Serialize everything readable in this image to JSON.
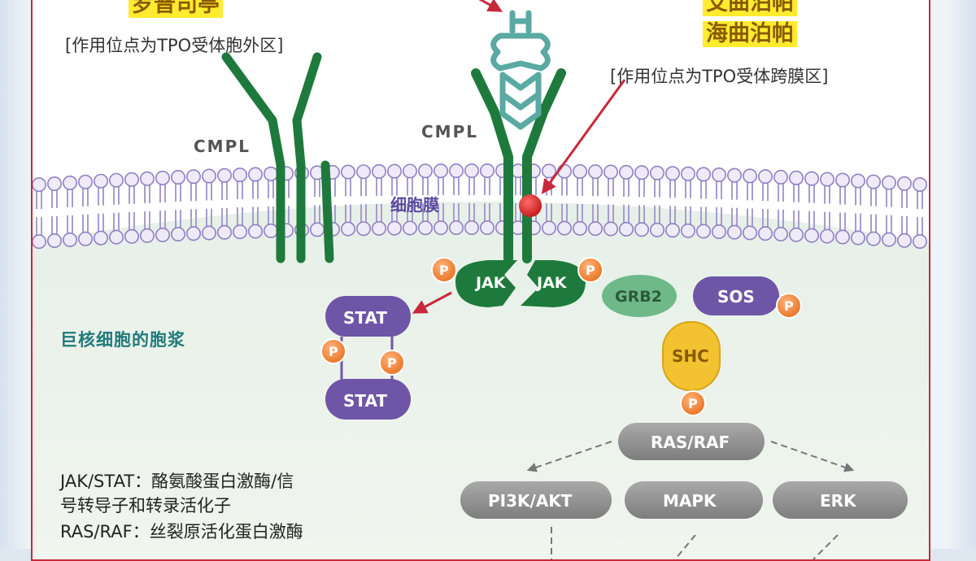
{
  "drugs": {
    "left_drug": "罗普司亭",
    "right_drug_1": "艾曲泊帕",
    "right_drug_2": "海曲泊帕"
  },
  "site_notes": {
    "extracellular": "[作用位点为TPO受体胞外区]",
    "transmembrane": "[作用位点为TPO受体跨膜区]"
  },
  "receptor_labels": {
    "left": "CMPL",
    "right": "CMPL"
  },
  "membrane_label": "细胞膜",
  "cytoplasm_label": "巨核细胞的胞浆",
  "proteins": {
    "jak_left": "JAK",
    "jak_right": "JAK",
    "stat_top": "STAT",
    "stat_bottom": "STAT",
    "grb2": "GRB2",
    "sos": "SOS",
    "shc": "SHC",
    "ras_raf": "RAS/RAF",
    "pi3k_akt": "PI3K/AKT",
    "mapk": "MAPK",
    "erk": "ERK",
    "phospho": "P"
  },
  "legend": {
    "line1": "JAK/STAT：酪氨酸蛋白激酶/信",
    "line2": "号转导子和转录活化子",
    "line3": "RAS/RAF：丝裂原活化蛋白激酶"
  },
  "colors": {
    "frame": "#c8283a",
    "receptor_green": "#1e7a3c",
    "tpo_teal": "#5aa9a3",
    "stat_purple": "#6f55a6",
    "sos_purple": "#6f55a6",
    "grb2_green": "#6fb989",
    "shc_yellow": "#f2c230",
    "phospho_orange": "#ee7a2a",
    "cascade_grey": "#8c8c8c",
    "highlight_yellow": "#ffec2e",
    "arrow_red": "#c8283a"
  }
}
